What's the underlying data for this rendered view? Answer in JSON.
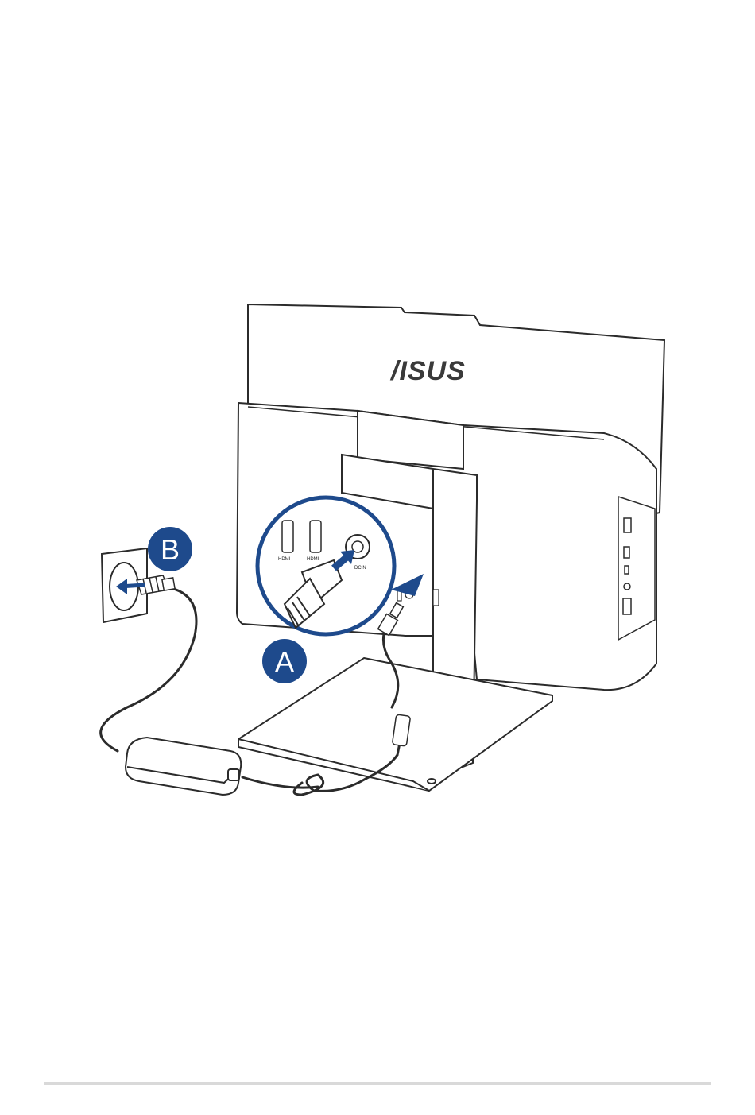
{
  "brand": {
    "logo_text": "/ISUS"
  },
  "callouts": {
    "step_a": {
      "label": "A",
      "color": "#1e4a8c"
    },
    "step_b": {
      "label": "B",
      "color": "#1e4a8c"
    }
  },
  "ports": {
    "hdmi_out": "HDMI",
    "hdmi_in": "HDMI",
    "dc_in": "DCIN"
  },
  "colors": {
    "arrow": "#1e4a8c",
    "outline": "#2b2b2b",
    "rule": "#d9d9d9"
  }
}
